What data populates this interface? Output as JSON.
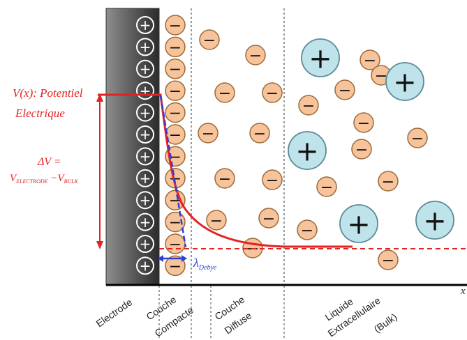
{
  "labels": {
    "potential_line1": "V(x): Potentiel",
    "potential_line2": "Electrique",
    "delta_v": "ΔV =",
    "delta_v_formula_main": "V",
    "delta_v_sub_electrode": "ELECTRODE",
    "delta_v_minus": " −V",
    "delta_v_sub_bulk": "BULK",
    "debye_symbol": "λ",
    "debye_sub": "Debye",
    "x_axis": "x"
  },
  "regions": {
    "electrode": "Electrode",
    "compact_1": "Couche",
    "compact_2": "Compacte",
    "diffuse_1": "Couche",
    "diffuse_2": "Diffuse",
    "bulk_1": "Liquide",
    "bulk_2": "Extracellulaire",
    "bulk_3": "(Bulk)"
  },
  "symbols": {
    "plus": "+",
    "minus": "−"
  },
  "colors": {
    "potential": "#e32222",
    "debye": "#2e3fd6",
    "anion_fill": "#f7c39a",
    "cation_fill": "#bfe3ea",
    "electrode_dark": "#4a4a4a"
  }
}
